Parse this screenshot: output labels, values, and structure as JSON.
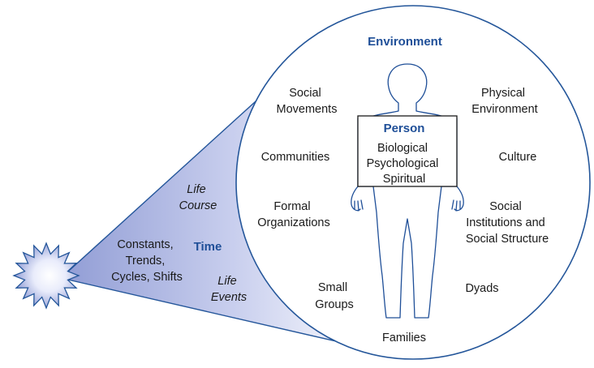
{
  "environment": {
    "title": "Environment",
    "labels": {
      "social_movements": [
        "Social",
        "Movements"
      ],
      "physical_environment": [
        "Physical",
        "Environment"
      ],
      "communities": [
        "Communities"
      ],
      "culture": [
        "Culture"
      ],
      "formal_organizations": [
        "Formal",
        "Organizations"
      ],
      "social_institutions": [
        "Social",
        "Institutions and",
        "Social Structure"
      ],
      "small_groups": [
        "Small",
        "Groups"
      ],
      "dyads": [
        "Dyads"
      ],
      "families": [
        "Families"
      ]
    }
  },
  "person": {
    "title": "Person",
    "dimensions": [
      "Biological",
      "Psychological",
      "Spiritual"
    ]
  },
  "time": {
    "title": "Time",
    "constants": [
      "Constants,",
      "Trends,",
      "Cycles, Shifts"
    ],
    "life_course": [
      "Life",
      "Course"
    ],
    "life_events": [
      "Life",
      "Events"
    ]
  },
  "colors": {
    "accent_blue": "#1f4f98",
    "outline": "#24569a",
    "cone_dark": "#8f9bd4",
    "cone_light": "#ffffff"
  }
}
